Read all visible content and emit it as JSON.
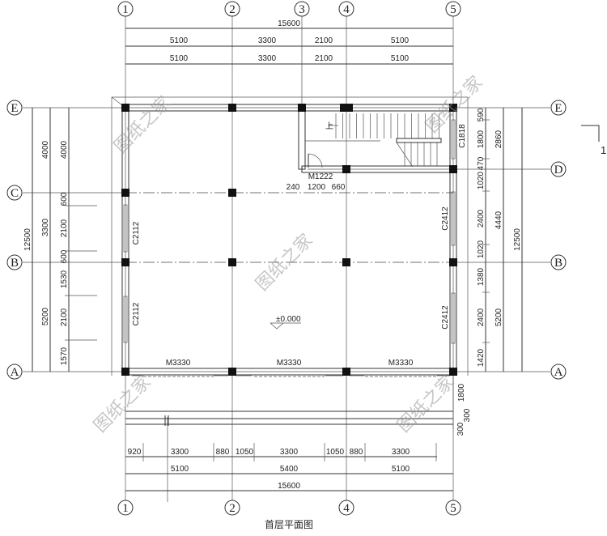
{
  "title": "首层平面图",
  "watermark": "图纸之家",
  "column_axes": [
    "1",
    "2",
    "3",
    "4",
    "5"
  ],
  "row_axes": [
    "E",
    "D",
    "C",
    "B",
    "A"
  ],
  "dims": {
    "top_total": "15600",
    "top_row1": [
      "5100",
      "3300",
      "2100",
      "5100"
    ],
    "top_row2": [
      "5100",
      "3300",
      "2100",
      "5100"
    ],
    "left_total": "12500",
    "left_mid": [
      "4000",
      "3300",
      "5200"
    ],
    "left_inner": [
      "4000",
      "600",
      "2100",
      "600",
      "1530",
      "2100",
      "1570"
    ],
    "right_inner": [
      "590",
      "1800",
      "470",
      "1020",
      "2400",
      "1020",
      "1380",
      "2400",
      "1420"
    ],
    "right_mid": [
      "2860",
      "4440",
      "5200"
    ],
    "right_total": "12500",
    "bottom_inner": [
      "920",
      "3300",
      "880",
      "1050",
      "3300",
      "1050",
      "880",
      "3300"
    ],
    "bottom_mid": [
      "5100",
      "5400",
      "5100"
    ],
    "bottom_total": "15600",
    "steps": [
      "1800",
      "300",
      "300"
    ],
    "door_dims": [
      "240",
      "1200",
      "660"
    ]
  },
  "labels": {
    "window_left": "C2112",
    "window_right": "C2412",
    "window_stair": "C1818",
    "door_stair": "M1222",
    "door_front": "M3330",
    "elevation": "±0.000",
    "section_mark": "1",
    "stair_up": "上"
  }
}
